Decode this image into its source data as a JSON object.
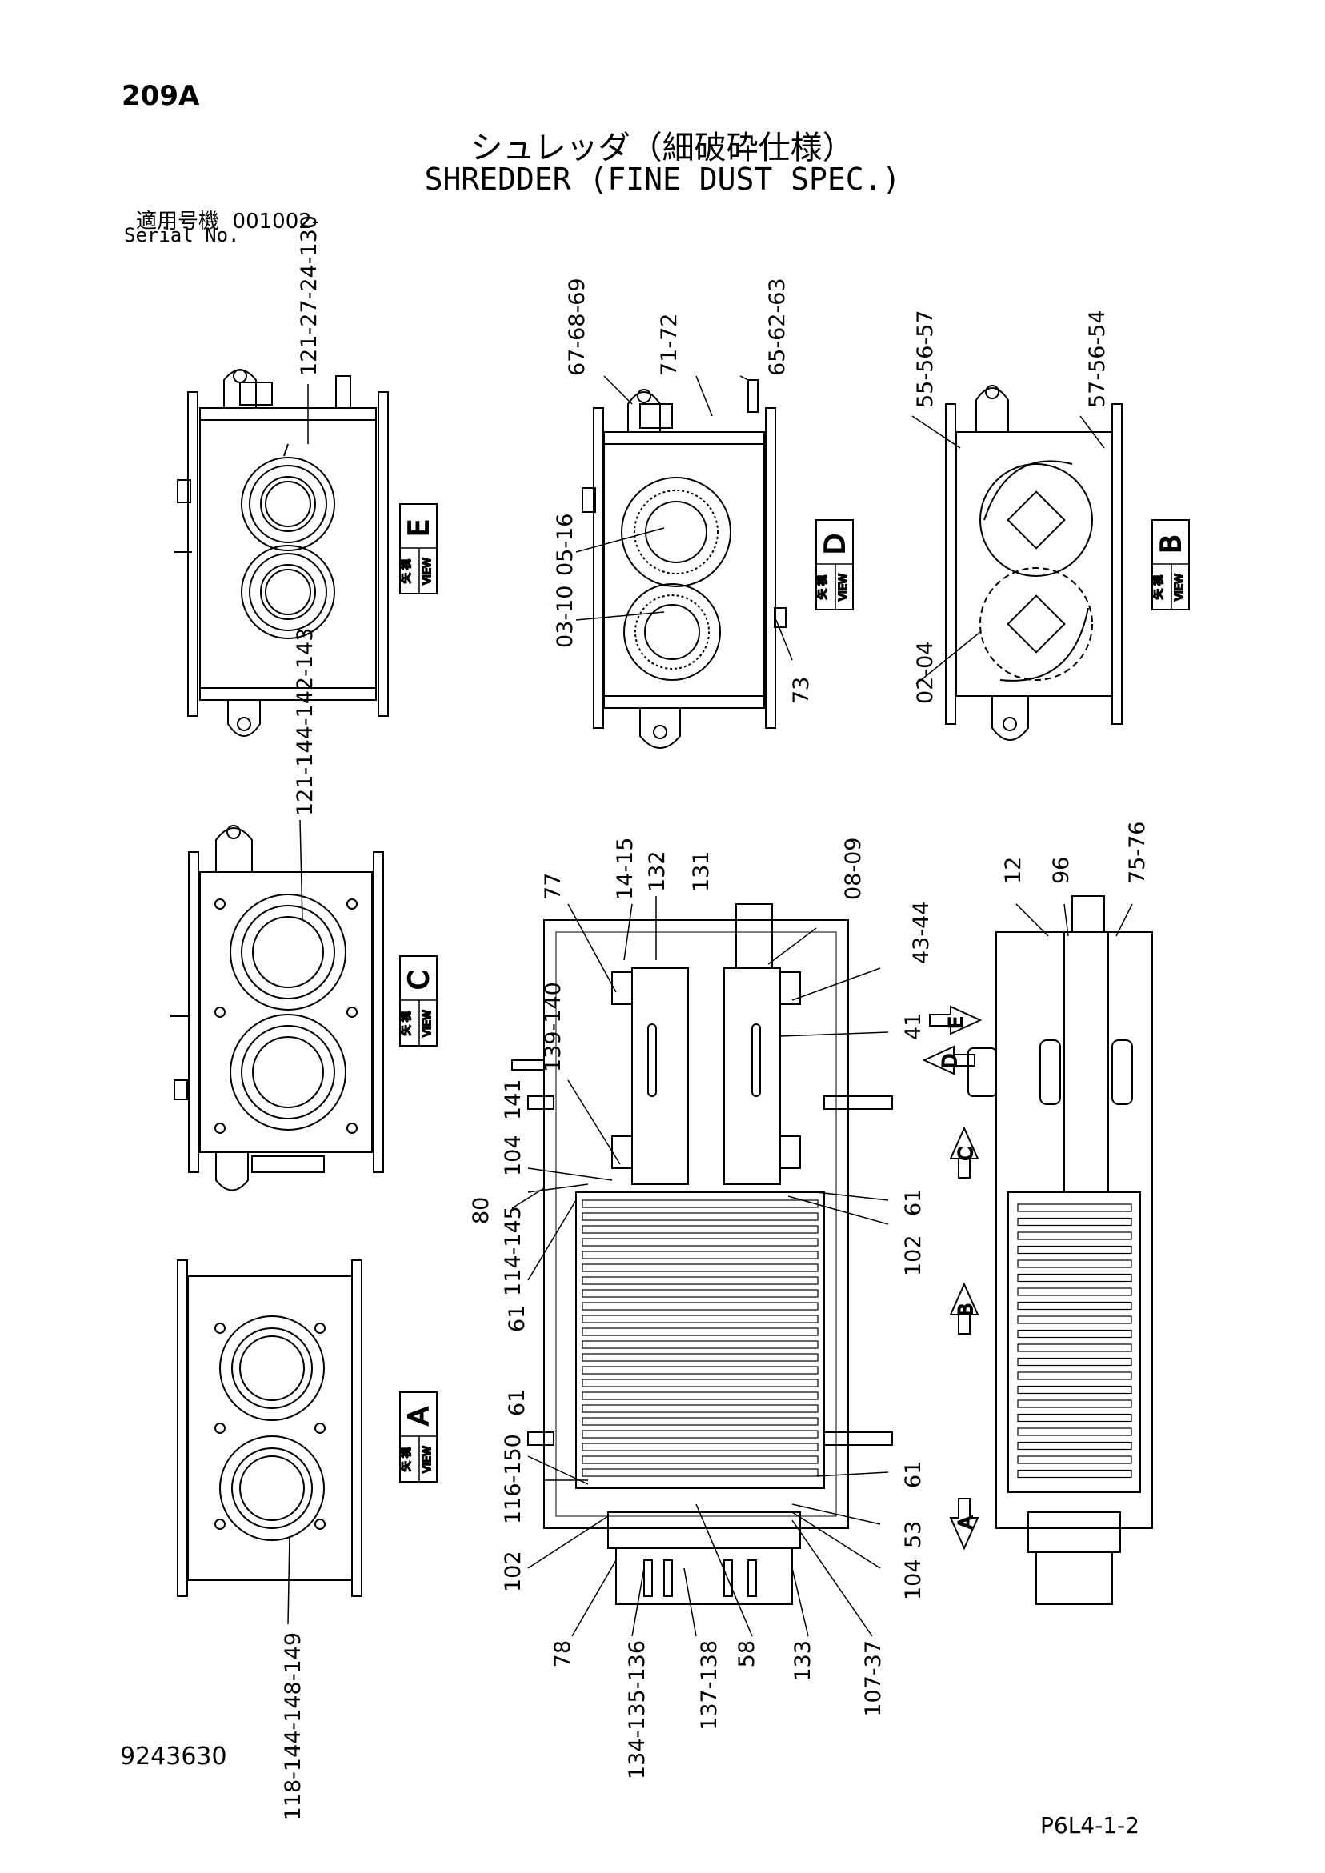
{
  "header": {
    "page_number": "209A",
    "title_jp": "シュレッダ（細破砕仕様）",
    "title_en": "SHREDDER (FINE DUST SPEC.)",
    "serial_label_jp": "適用号機",
    "serial_value": "001002-",
    "serial_label_en": "Serial No."
  },
  "footer": {
    "document_number": "9243630",
    "figure_code": "P6L4-1-2"
  },
  "views": {
    "e": {
      "letter": "E",
      "jp": "矢 視",
      "en": "VIEW"
    },
    "d": {
      "letter": "D",
      "jp": "矢 視",
      "en": "VIEW"
    },
    "b": {
      "letter": "B",
      "jp": "矢 視",
      "en": "VIEW"
    },
    "c": {
      "letter": "C",
      "jp": "矢 視",
      "en": "VIEW"
    },
    "a": {
      "letter": "A",
      "jp": "矢 視",
      "en": "VIEW"
    }
  },
  "arrows": {
    "e": "E",
    "d": "D",
    "c": "C",
    "b": "B",
    "a": "A"
  },
  "part_labels": {
    "view_e_top": "121-27-24-130",
    "view_d_top_1": "67-68-69",
    "view_d_top_2": "71-72",
    "view_d_top_3": "65-62-63",
    "view_b_top_1": "55-56-57",
    "view_b_top_2": "57-56-54",
    "view_d_05_16": "05-16",
    "view_d_03_10": "03-10",
    "view_d_73": "73",
    "view_b_02_04": "02-04",
    "view_c_top": "121-144-142-143",
    "main_77": "77",
    "main_14_15": "14-15",
    "main_132": "132",
    "main_131": "131",
    "main_08_09": "08-09",
    "main_43_44": "43-44",
    "main_41": "41",
    "main_139_140": "139-140",
    "main_141": "141",
    "main_104_left": "104",
    "main_80": "80",
    "main_114_145": "114-145",
    "main_61_a": "61",
    "main_61_b": "61",
    "main_61_c": "61",
    "main_61_d": "61",
    "main_102_right": "102",
    "main_116_150": "116-150",
    "main_102_left": "102",
    "main_53": "53",
    "main_104_right": "104",
    "side_12": "12",
    "side_96": "96",
    "side_75_76": "75-76",
    "view_a_bottom": "118-144-148-149",
    "main_bottom_78": "78",
    "main_bottom_134_135_136": "134-135-136",
    "main_bottom_137_138": "137-138",
    "main_bottom_58": "58",
    "main_bottom_133": "133",
    "main_bottom_107_37": "107-37"
  }
}
